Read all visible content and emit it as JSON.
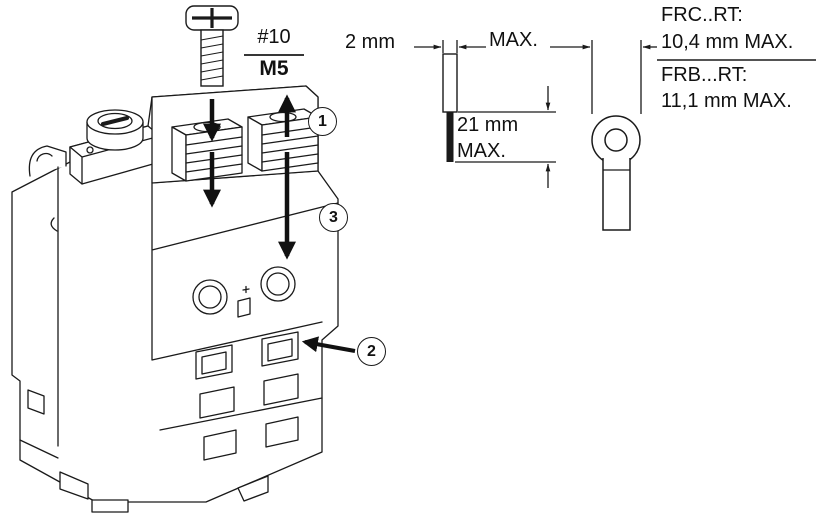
{
  "diagram": {
    "colors": {
      "ink": "#1a1a1a",
      "background": "#ffffff"
    },
    "screw": {
      "imperial": "#10",
      "metric": "M5"
    },
    "strip_dim": {
      "value": "2 mm",
      "max": "MAX."
    },
    "sleeve_dim": {
      "line1": "21 mm",
      "line2": "MAX."
    },
    "terminal_specs": [
      {
        "label": "FRC..RT:",
        "value": "10,4 mm MAX."
      },
      {
        "label": "FRB...RT:",
        "value": "11,1 mm MAX."
      }
    ],
    "callouts": {
      "step1": "1",
      "step2": "2",
      "step3": "3"
    }
  }
}
